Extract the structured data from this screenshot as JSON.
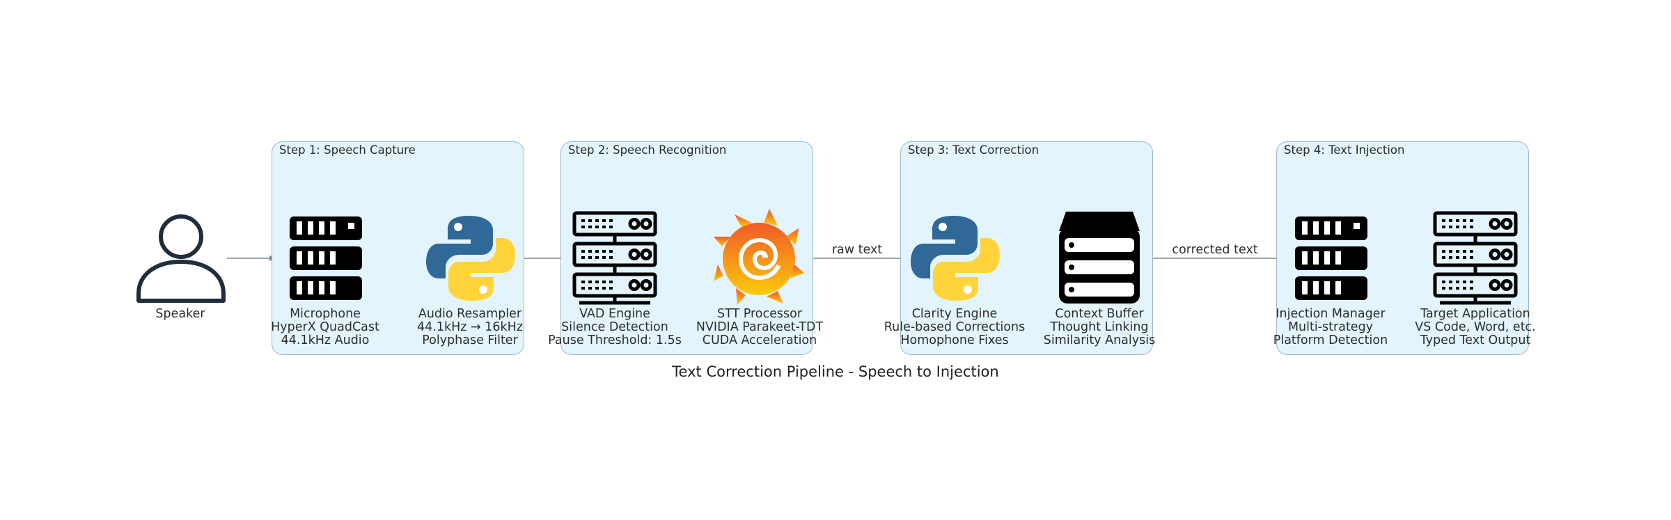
{
  "diagram": {
    "title": "Text Correction Pipeline - Speech to Injection",
    "clusters": [
      {
        "id": "c1",
        "label": "Step 1: Speech Capture"
      },
      {
        "id": "c2",
        "label": "Step 2: Speech Recognition"
      },
      {
        "id": "c3",
        "label": "Step 3: Text Correction"
      },
      {
        "id": "c4",
        "label": "Step 4: Text Injection"
      }
    ],
    "nodes": [
      {
        "id": "speaker",
        "icon": "user-icon",
        "lines": [
          "Speaker"
        ]
      },
      {
        "id": "microphone",
        "icon": "rack-server-icon",
        "lines": [
          "Microphone",
          "HyperX QuadCast",
          "44.1kHz Audio"
        ]
      },
      {
        "id": "resampler",
        "icon": "python-icon",
        "lines": [
          "Audio Resampler",
          "44.1kHz → 16kHz",
          "Polyphase Filter"
        ]
      },
      {
        "id": "vad",
        "icon": "server-stack-icon",
        "lines": [
          "VAD Engine",
          "Silence Detection",
          "Pause Threshold: 1.5s"
        ]
      },
      {
        "id": "stt",
        "icon": "grafana-icon",
        "lines": [
          "STT Processor",
          "NVIDIA Parakeet-TDT",
          "CUDA Acceleration"
        ]
      },
      {
        "id": "clarity",
        "icon": "python-icon",
        "lines": [
          "Clarity Engine",
          "Rule-based Corrections",
          "Homophone Fixes"
        ]
      },
      {
        "id": "context",
        "icon": "database-icon",
        "lines": [
          "Context Buffer",
          "Thought Linking",
          "Similarity Analysis"
        ]
      },
      {
        "id": "injection",
        "icon": "rack-server-icon",
        "lines": [
          "Injection Manager",
          "Multi-strategy",
          "Platform Detection"
        ]
      },
      {
        "id": "target",
        "icon": "server-stack-icon",
        "lines": [
          "Target Application",
          "VS Code, Word, etc.",
          "Typed Text Output"
        ]
      }
    ],
    "edges": [
      {
        "from": "speaker",
        "to": "microphone",
        "label": ""
      },
      {
        "from": "microphone",
        "to": "resampler",
        "label": ""
      },
      {
        "from": "resampler",
        "to": "vad",
        "label": ""
      },
      {
        "from": "vad",
        "to": "stt",
        "label": ""
      },
      {
        "from": "stt",
        "to": "clarity",
        "label": "raw text"
      },
      {
        "from": "clarity",
        "to": "context",
        "label": ""
      },
      {
        "from": "context",
        "to": "injection",
        "label": "corrected text"
      },
      {
        "from": "injection",
        "to": "target",
        "label": ""
      }
    ],
    "colors": {
      "cluster_fill": "#e3f4fc",
      "cluster_border": "#9fb8c8",
      "edge": "#7b8a96",
      "user_icon": "#1f2d3d",
      "python_blue": "#306998",
      "python_yellow": "#ffd43b",
      "grafana_orange": "#f05a28",
      "grafana_yellow": "#fbca0a"
    }
  }
}
